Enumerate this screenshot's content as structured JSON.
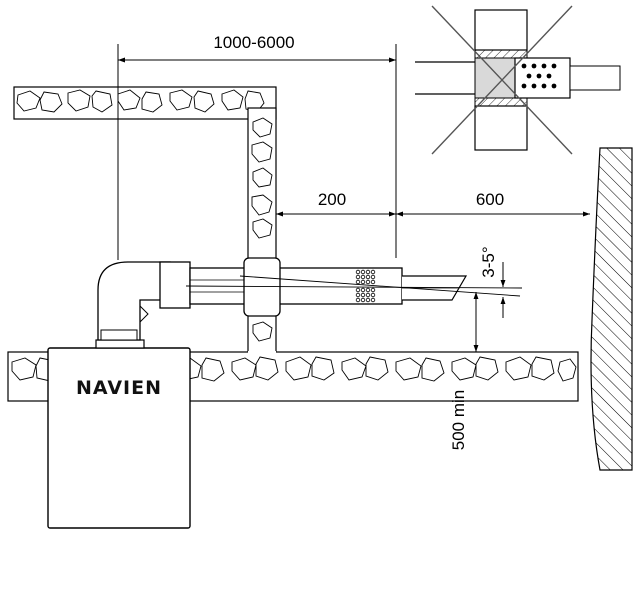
{
  "diagram": {
    "brand": "NAVIEN",
    "dimensions": {
      "flue_length": "1000-6000",
      "wall_protrusion": "200",
      "clearance_to_opposite_wall": "600",
      "height_above_ground": "500 min",
      "slope": "3-5°"
    },
    "colors": {
      "line": "#000000",
      "background": "#ffffff",
      "crossout": "#555555",
      "sleeve_fill": "#d9d9d9"
    }
  }
}
